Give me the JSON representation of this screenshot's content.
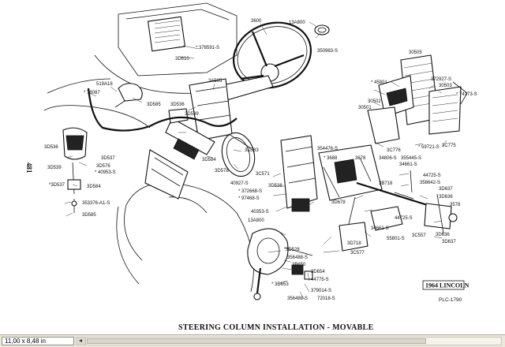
{
  "document": {
    "page_number": "481",
    "caption": "STEERING COLUMN INSTALLATION - MOVABLE",
    "model_label": "1964 LINCOLN",
    "plate_code": "PLC-1790"
  },
  "parts": {
    "p3600": "3600",
    "p13a800": "13A800",
    "p350983": "350983-S",
    "p378591": "* 378591-S",
    "p3d610": "3D610",
    "p30505": "30505",
    "p3a505": "3A505",
    "p45801": "* 45801",
    "p372927": "372927-S",
    "p30503": "30503",
    "p74173": "* 74173-S",
    "p519a18": "519A18",
    "p78087": "* 78087",
    "p3d585": "3D585",
    "p3d536": "3D536",
    "p3d539": "3D539",
    "p30502": "30502",
    "p30501": "30501",
    "p3d536l": "3D536",
    "p3d539l": "3D539",
    "p3d537": "3D537",
    "p3d576": "3D576",
    "p40953": "* 40953-S",
    "p3d537b": "*3D537",
    "p3d584l": "3D584",
    "p353376": "353376-A1-S",
    "p3d585l": "3D585",
    "p3d583": "3D583",
    "p3d584": "3D584",
    "p3d578": "3D578",
    "p3c571": "3C571",
    "p354476": "354476-S",
    "p3688": "* 3688",
    "p3678": "3678",
    "p3c776": "3C776",
    "p59721": "* 59721-S",
    "p3c775": "3C775",
    "p34806": "34806-S",
    "p355445": "355445-S",
    "p34661a": "34661-S",
    "p40927": "40927-S",
    "p372668": "* 372668-S",
    "p97468": "* 97468-S",
    "p3d538": "3D538",
    "p44725a": "44725-S",
    "p358642": "358642-S",
    "p3d637": "3D637",
    "p3b718": "3B718",
    "p3d678": "3D678",
    "p3d636": "3D636",
    "p3578": "3578",
    "p40353": "40353-S",
    "p13a800b": "13A800",
    "p44725b": "44725-S",
    "p34661b": "34661-S",
    "p3d636b": "3D636",
    "p3c557": "3C557",
    "p3d637b": "3D637",
    "p3d718": "3D718",
    "p55801": "55801-S",
    "p3c577": "3C577",
    "p3d528": "3D528",
    "p356488": "356488-S",
    "p3b650": "3B650",
    "p3d654": "3D654",
    "p3d653": "* 3D653",
    "p44775": "44775-S",
    "p379014": "379014-S",
    "p356488b": "356488-S",
    "p72018": "72018-S"
  },
  "status": {
    "page_size": "11,00 x 8,48 in"
  }
}
